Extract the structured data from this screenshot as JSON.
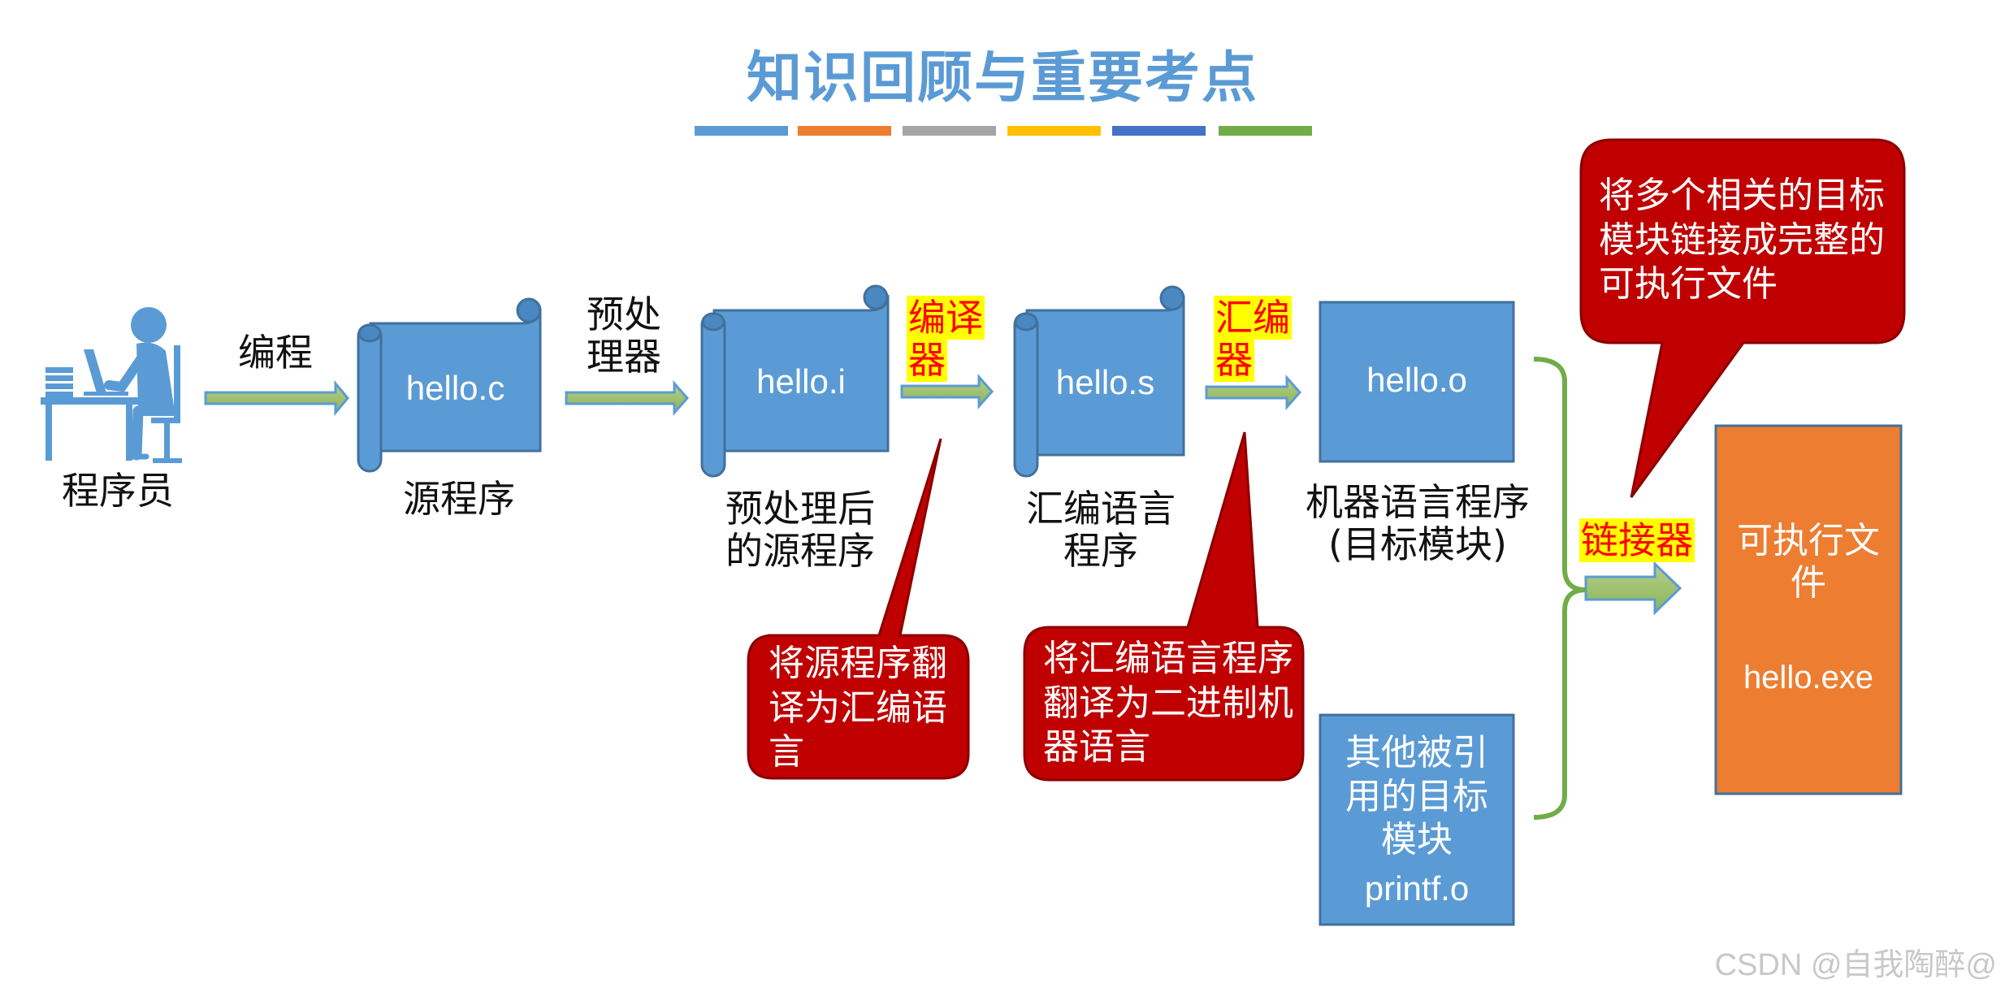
{
  "title": "知识回顾与重要考点",
  "title_bar_colors": [
    "#5b9bd5",
    "#ed7d31",
    "#a5a5a5",
    "#ffc000",
    "#4472c4",
    "#70ad47"
  ],
  "colors": {
    "title": "#5b9bd5",
    "scroll_fill": "#5b9bd5",
    "scroll_stroke": "#41719c",
    "arrow_fill": "#9bbb59",
    "arrow_stroke": "#5b9bd5",
    "callout_fill": "#c00000",
    "callout_stroke": "#8b0000",
    "orange_box": "#ed7d31",
    "bracket": "#70ad47",
    "highlight_bg": "#ffff00",
    "highlight_text": "#ff0000"
  },
  "programmer": {
    "label": "程序员",
    "icon": "programmer-at-desk-icon"
  },
  "steps": {
    "programming": "编程",
    "preprocessor": "预处理器",
    "compiler": "编译器",
    "assembler": "汇编器",
    "linker": "链接器"
  },
  "scrolls": {
    "source": {
      "file": "hello.c",
      "caption": "源程序"
    },
    "preprocessed": {
      "file": "hello.i",
      "caption": "预处理后的源程序"
    },
    "assembly": {
      "file": "hello.s",
      "caption": "汇编语言程序"
    }
  },
  "object_module": {
    "file": "hello.o",
    "caption": "机器语言程序(目标模块)"
  },
  "other_object": {
    "text": "其他被引用的目标模块",
    "file": "printf.o"
  },
  "executable": {
    "text": "可执行文件",
    "file": "hello.exe"
  },
  "callouts": {
    "compiler": "将源程序翻译为汇编语言",
    "assembler": "将汇编语言程序翻译为二进制机器语言",
    "linker": "将多个相关的目标模块链接成完整的可执行文件"
  },
  "watermark": "CSDN @自我陶醉@"
}
